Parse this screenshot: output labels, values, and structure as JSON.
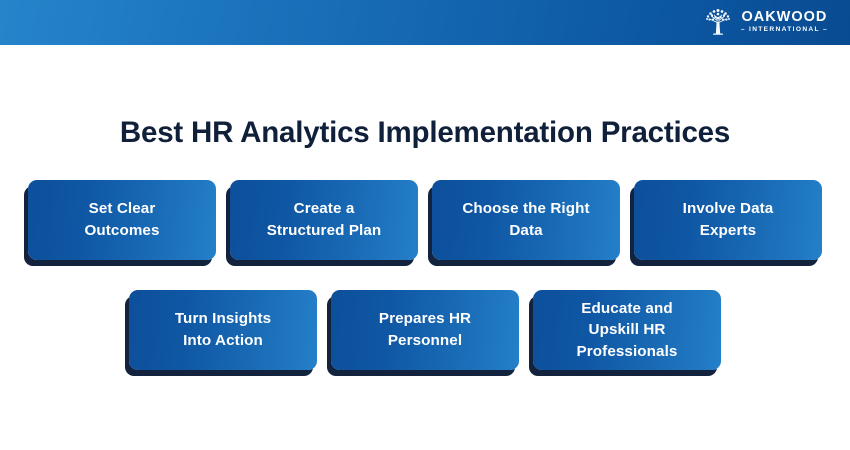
{
  "header": {
    "logo": {
      "icon": "oak-tree-icon",
      "name": "OAKWOOD",
      "subtitle": "– INTERNATIONAL –"
    },
    "gradient_from": "#2684cb",
    "gradient_to": "#094b92"
  },
  "title": "Best HR Analytics Implementation Practices",
  "title_color": "#10203a",
  "card_style": {
    "gradient_from": "#0d4f9b",
    "gradient_to": "#2480c9",
    "shadow_color": "#13233d",
    "text_color": "#ffffff"
  },
  "rows": [
    {
      "cards": [
        {
          "label": "Set Clear\nOutcomes"
        },
        {
          "label": "Create a\nStructured Plan"
        },
        {
          "label": "Choose the Right\nData"
        },
        {
          "label": "Involve Data\nExperts"
        }
      ]
    },
    {
      "cards": [
        {
          "label": "Turn Insights\nInto Action"
        },
        {
          "label": "Prepares HR\nPersonnel"
        },
        {
          "label": "Educate and\nUpskill HR\nProfessionals"
        }
      ]
    }
  ]
}
